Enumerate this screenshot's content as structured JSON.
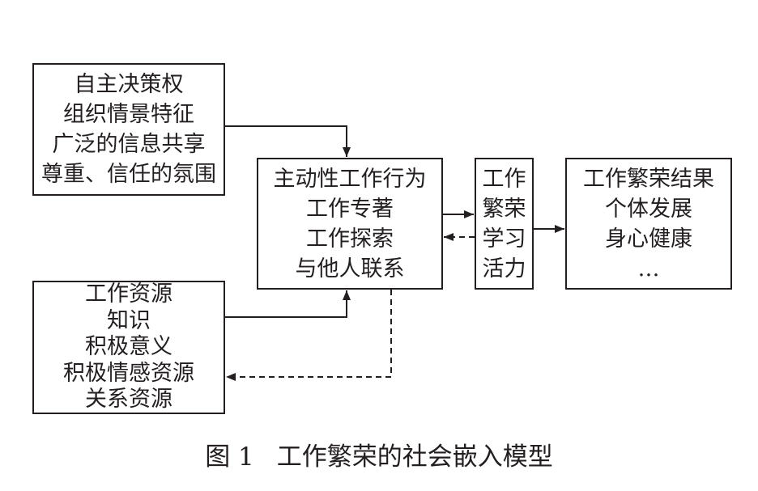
{
  "boxes": {
    "context": {
      "lines": [
        "自主决策权",
        "组织情景特征",
        "广泛的信息共享",
        "尊重、信任的氛围"
      ]
    },
    "behaviors": {
      "lines": [
        "主动性工作行为",
        "工作专著",
        "工作探索",
        "与他人联系"
      ]
    },
    "thriving": {
      "lines": [
        "工作",
        "繁荣",
        "学习",
        "活力"
      ]
    },
    "outcomes": {
      "lines": [
        "工作繁荣结果",
        "个体发展",
        "身心健康",
        "…"
      ]
    },
    "resources": {
      "lines": [
        "工作资源",
        "知识",
        "积极意义",
        "积极情感资源",
        "关系资源"
      ]
    }
  },
  "caption": {
    "number": "图 1",
    "title": "工作繁荣的社会嵌入模型"
  },
  "colors": {
    "line": "#231f20",
    "background": "#ffffff"
  }
}
